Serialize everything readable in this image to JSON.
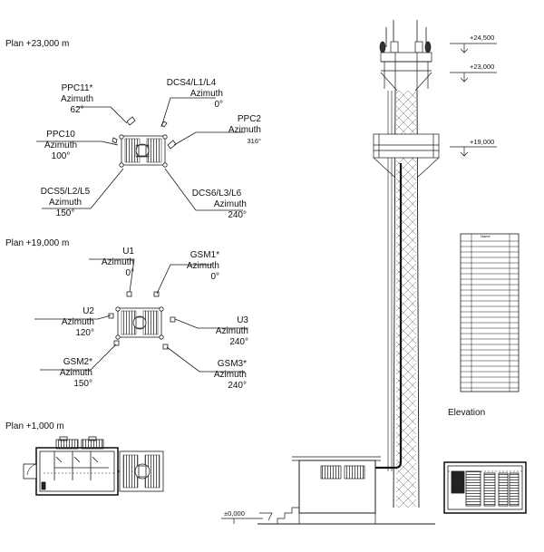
{
  "plans": {
    "p23_title": "Plan  +23,000 m",
    "p19_title": "Plan +19,000 m",
    "p1_title": "Plan  +1,000 m"
  },
  "p23": {
    "ppc11": {
      "name": "PPC11*",
      "az_label": "Azimuth",
      "az": "62°"
    },
    "dcs4": {
      "name": "DCS4/L1/L4",
      "az_label": "Azimuth",
      "az": "0°"
    },
    "ppc2": {
      "name": "PPC2",
      "az_label": "Azimuth",
      "az": "316°"
    },
    "ppc10": {
      "name": "PPC10",
      "az_label": "Azimuth",
      "az": "100°"
    },
    "dcs5": {
      "name": "DCS5/L2/L5",
      "az_label": "Azimuth",
      "az": "150°"
    },
    "dcs6": {
      "name": "DCS6/L3/L6",
      "az_label": "Azimuth",
      "az": "240°"
    }
  },
  "p19": {
    "u1": {
      "name": "U1",
      "az_label": "Azimuth",
      "az": "0°"
    },
    "gsm1": {
      "name": "GSM1*",
      "az_label": "Azimuth",
      "az": "0°"
    },
    "u2": {
      "name": "U2",
      "az_label": "Azimuth",
      "az": "120°"
    },
    "u3": {
      "name": "U3",
      "az_label": "Azimuth",
      "az": "240°"
    },
    "gsm2": {
      "name": "GSM2*",
      "az_label": "Azimuth",
      "az": "150°"
    },
    "gsm3": {
      "name": "GSM3*",
      "az_label": "Azimuth",
      "az": "240°"
    }
  },
  "elevation": {
    "title": "Elevation",
    "levels": [
      "+24,500",
      "+23,000",
      "+19,000",
      "±0,000"
    ],
    "legend_header": "Name"
  },
  "colors": {
    "line": "#1a1a1a",
    "dark": "#222222",
    "paper": "#ffffff"
  }
}
